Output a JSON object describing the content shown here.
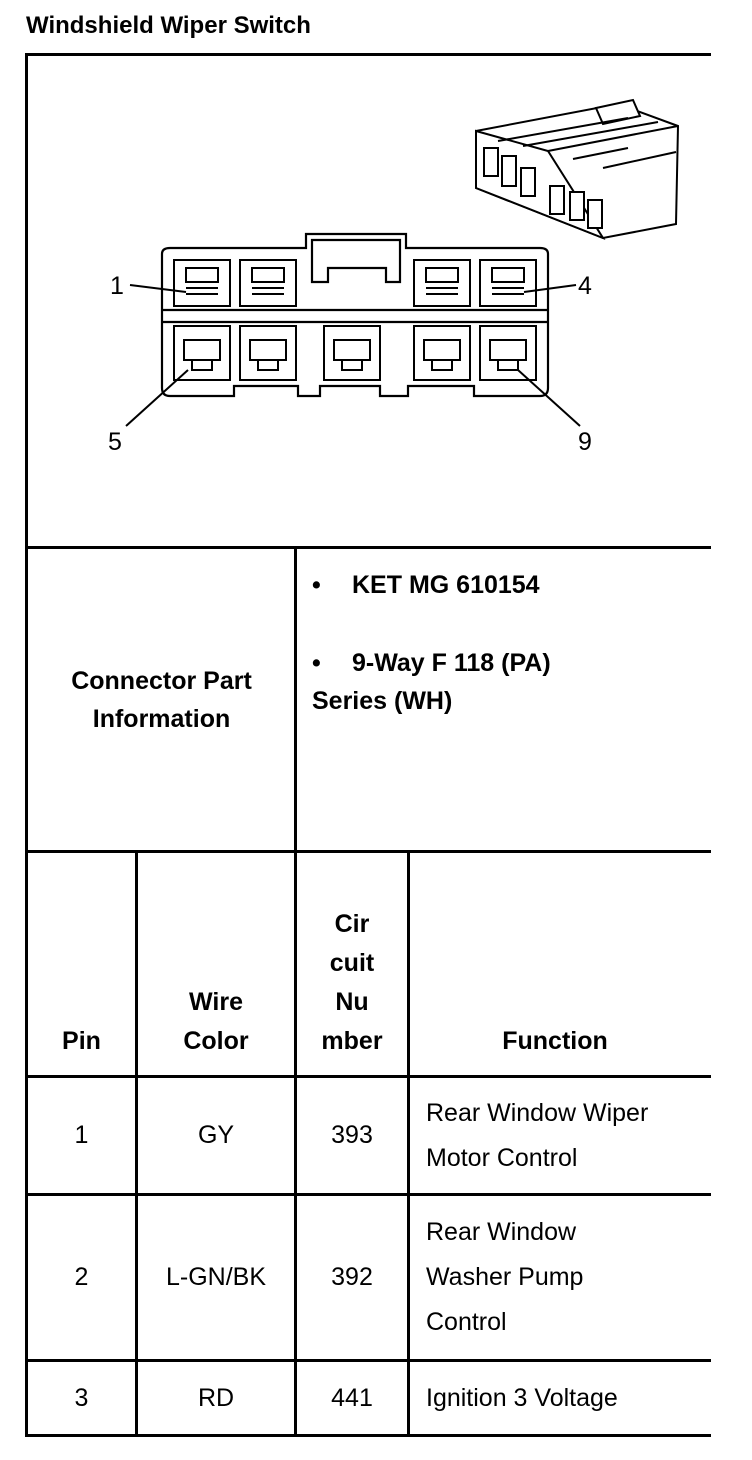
{
  "title": "Windshield Wiper Switch",
  "diagram": {
    "pin_labels": [
      "1",
      "4",
      "5",
      "9"
    ]
  },
  "connector": {
    "label_line1": "Connector Part",
    "label_line2": "Information",
    "items": [
      {
        "bullet": "•",
        "line1": "KET MG 610154",
        "line2": ""
      },
      {
        "bullet": "•",
        "line1": "9-Way F 118 (PA)",
        "line2": "Series (WH)"
      }
    ]
  },
  "table": {
    "headers": {
      "pin": "Pin",
      "wire_color_1": "Wire",
      "wire_color_2": "Color",
      "circuit_1": "Cir",
      "circuit_2": "cuit",
      "circuit_3": "Nu",
      "circuit_4": "mber",
      "function": "Function"
    },
    "rows": [
      {
        "pin": "1",
        "color": "GY",
        "circuit": "393",
        "function": [
          "Rear Window Wiper",
          "Motor Control"
        ]
      },
      {
        "pin": "2",
        "color": "L-GN/BK",
        "circuit": "392",
        "function": [
          "Rear Window",
          "Washer Pump",
          "Control"
        ]
      },
      {
        "pin": "3",
        "color": "RD",
        "circuit": "441",
        "function": [
          "Ignition 3 Voltage"
        ]
      }
    ]
  }
}
